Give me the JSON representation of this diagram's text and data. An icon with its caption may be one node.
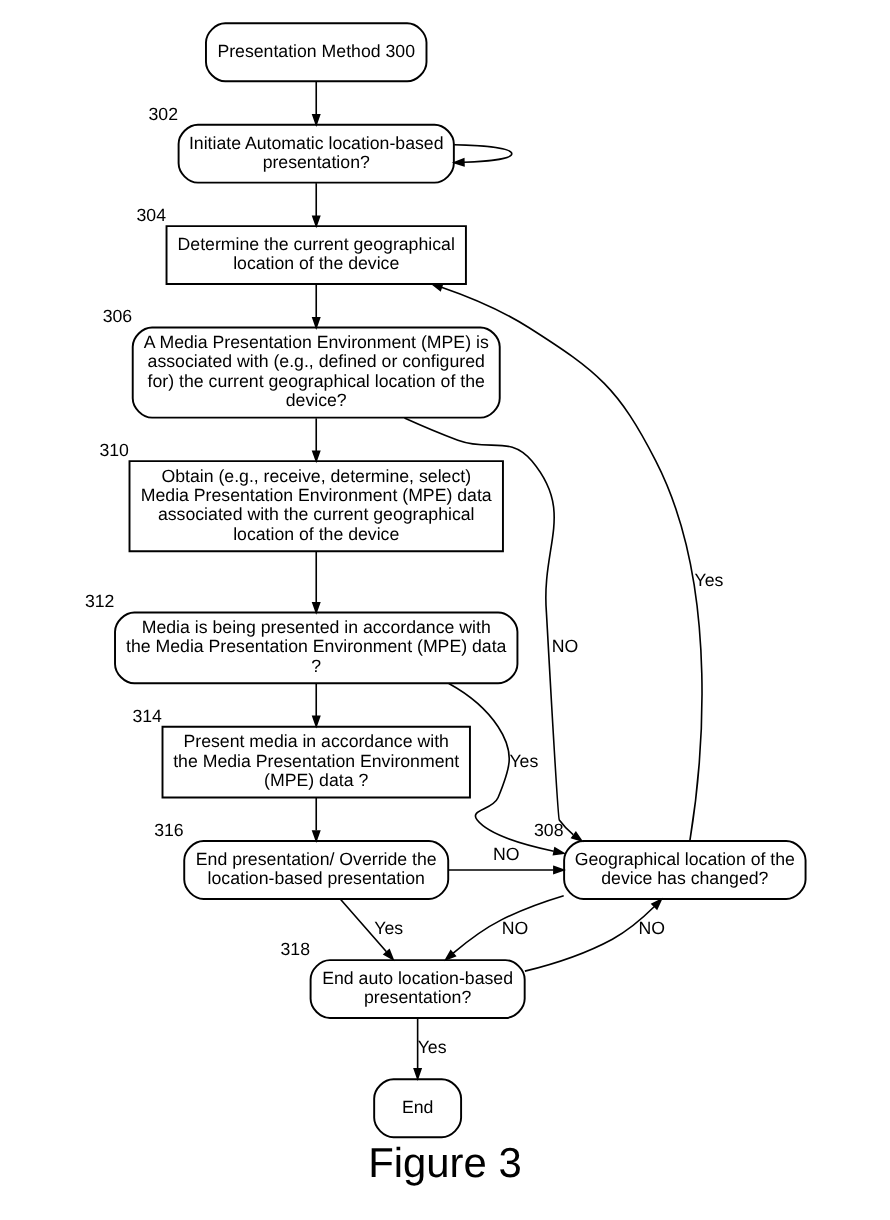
{
  "diagram": {
    "caption": "Figure 3",
    "nodes": [
      {
        "text": [
          "Presentation Method 300"
        ]
      },
      {
        "text": [
          "Initiate Automatic location-based presentation?"
        ],
        "beside": [
          "302"
        ]
      },
      {
        "text": [
          "Determine the current geographical location of the device"
        ],
        "beside": [
          "304"
        ]
      },
      {
        "text": [
          "A Media Presentation Environment (MPE) is associated with (e.g., defined or configured for) the current geographical location of the device?"
        ],
        "beside": [
          "306"
        ]
      },
      {
        "text": [
          "Obtain (e.g., receive, determine, select) Media Presentation Environment (MPE) data associated with the current geographical location of the device"
        ],
        "beside": [
          "310"
        ]
      },
      {
        "text": [
          "Media is being presented in accordance with the Media Presentation Environment (MPE) data ?"
        ],
        "beside": [
          "312"
        ]
      },
      {
        "text": [
          "Present media in accordance with the Media Presentation Environment (MPE) data ?"
        ],
        "beside": [
          "314"
        ]
      },
      {
        "text": [
          "End presentation/ Override the location-based presentation"
        ],
        "beside": [
          "316"
        ]
      },
      {
        "text": [
          "Geographical location of the device has changed?"
        ],
        "beside": [
          "308"
        ]
      },
      {
        "text": [
          "End auto location-based presentation?"
        ],
        "beside": [
          "318"
        ]
      },
      {
        "text": [
          "End"
        ]
      }
    ],
    "edges": [
      {
        "from": 0,
        "to": 1,
        "arrow": "to"
      },
      {
        "from": 1,
        "to": 1,
        "arrow": "to"
      },
      {
        "from": 1,
        "to": 2,
        "arrow": "to"
      },
      {
        "from": 2,
        "to": 3,
        "arrow": "to"
      },
      {
        "from": 3,
        "to": 4,
        "arrow": "to"
      },
      {
        "from": 3,
        "to": 8,
        "arrow": "to",
        "label": "NO"
      },
      {
        "from": 4,
        "to": 5,
        "arrow": "to"
      },
      {
        "from": 5,
        "to": 6,
        "arrow": "to"
      },
      {
        "from": 5,
        "to": 8,
        "arrow": "to",
        "label": "Yes"
      },
      {
        "from": 6,
        "to": 7,
        "arrow": "to"
      },
      {
        "from": 7,
        "to": 8,
        "arrow": "to",
        "label": "NO"
      },
      {
        "from": 8,
        "to": 2,
        "arrow": "to",
        "label": "Yes"
      },
      {
        "from": 8,
        "to": 9,
        "arrow": "to",
        "label": "NO"
      },
      {
        "from": 7,
        "to": 9,
        "arrow": "to",
        "label": "Yes"
      },
      {
        "from": 9,
        "to": 8,
        "arrow": "to",
        "label": "NO"
      },
      {
        "from": 9,
        "to": 10,
        "arrow": "to",
        "label": "Yes"
      }
    ]
  }
}
